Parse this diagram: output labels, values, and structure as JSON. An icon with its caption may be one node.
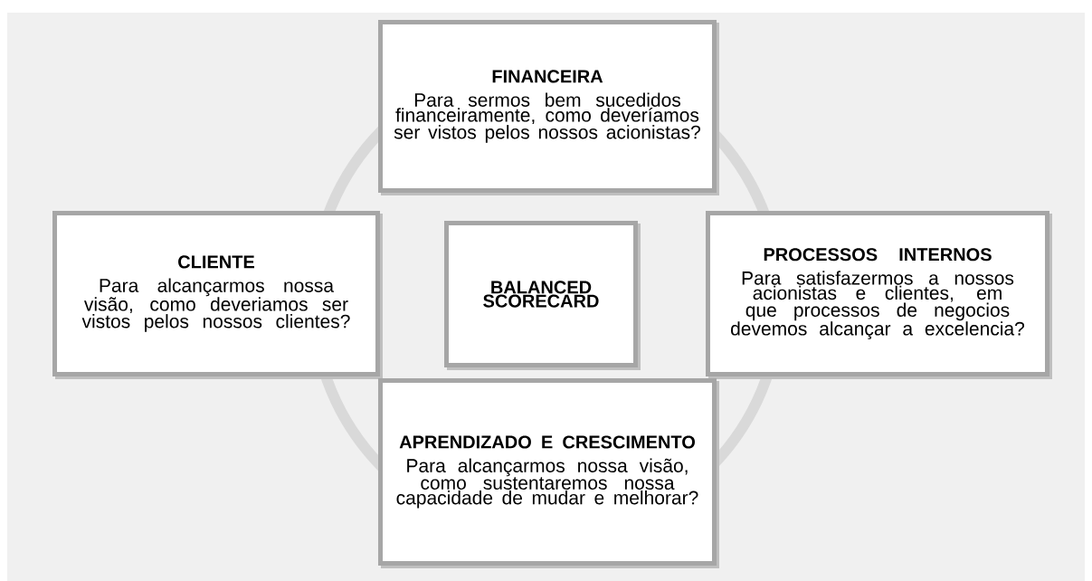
{
  "diagram": {
    "nodes": [
      {
        "text": [
          "FINANCEIRA",
          "Para sermos bem sucedidos financeiramente, como deveríamos ser vistos pelos nossos acionistas?"
        ]
      },
      {
        "text": [
          "CLIENTE",
          "Para alcançarmos nossa visão, como deveriamos ser vistos pelos nossos clientes?"
        ]
      },
      {
        "text": [
          "BALANCED SCORECARD"
        ]
      },
      {
        "text": [
          "PROCESSOS INTERNOS",
          "Para satisfazermos a nossos acionistas e clientes, em que processos de negocios devemos alcançar a excelencia?"
        ]
      },
      {
        "text": [
          "APRENDIZADO E CRESCIMENTO",
          "Para alcançarmos nossa visão, como sustentaremos nossa capacidade de mudar e melhorar?"
        ]
      }
    ]
  }
}
